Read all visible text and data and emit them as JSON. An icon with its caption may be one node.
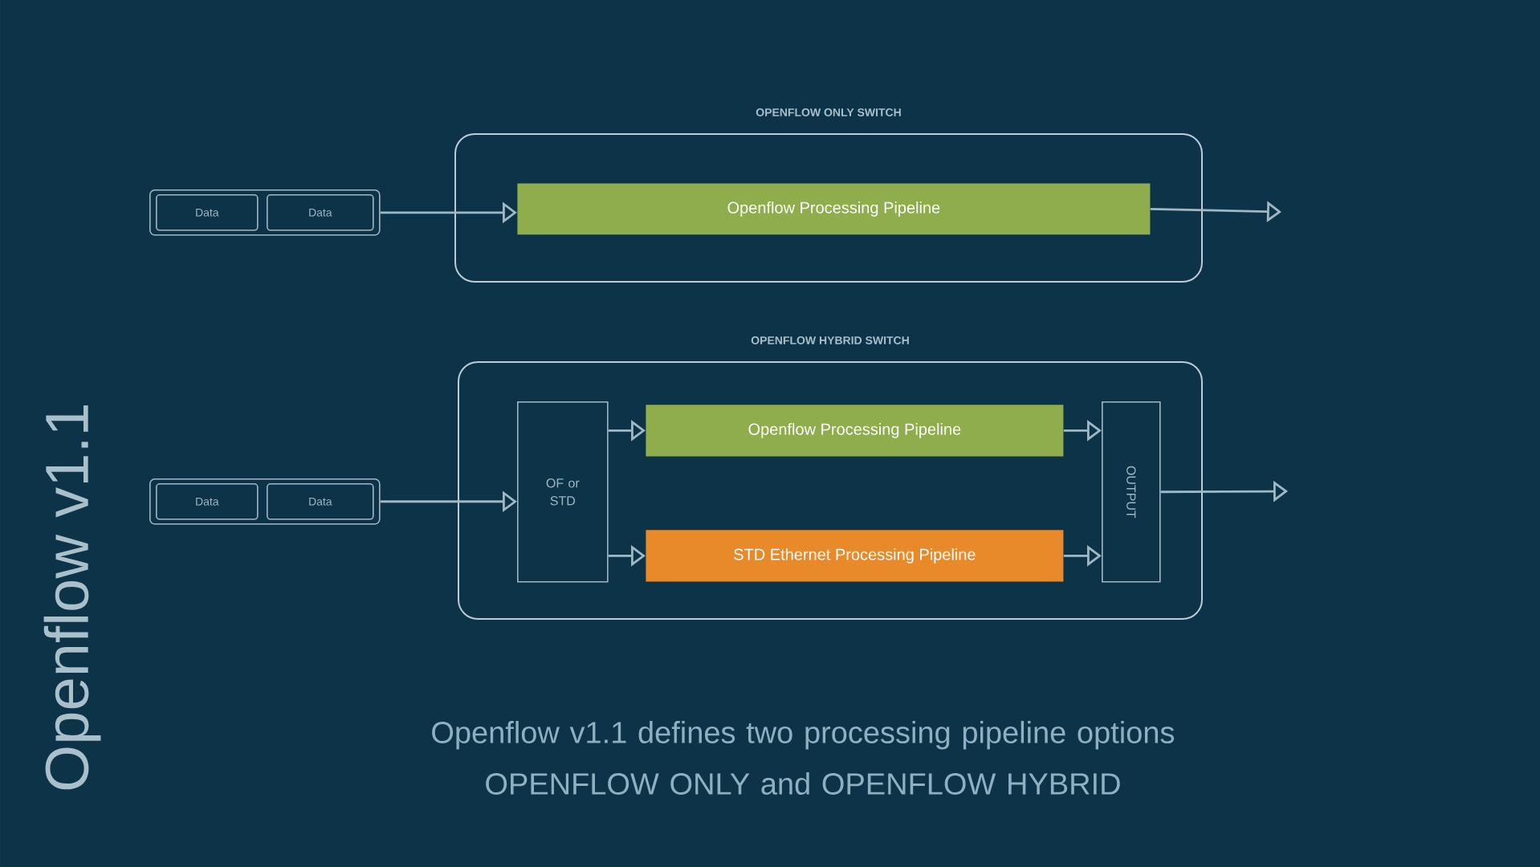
{
  "diagram": {
    "title": "Openflow v1.1",
    "caption": "Openflow v1.1 defines two processing pipeline options OPENFLOW ONLY and OPENFLOW HYBRID",
    "nodes": [
      {
        "text": [
          "OPENFLOW ONLY SWITCH"
        ]
      },
      {
        "text": [],
        "shape": "box"
      },
      {
        "text": [
          "Data"
        ],
        "in": 1
      },
      {
        "text": [
          "Data"
        ],
        "in": 1
      },
      {
        "text": [
          "Openflow Processing Pipeline"
        ],
        "in": 0
      },
      {
        "text": [
          "OPENFLOW HYBRID SWITCH"
        ]
      },
      {
        "text": [],
        "shape": "box"
      },
      {
        "text": [
          "Data"
        ],
        "in": 6
      },
      {
        "text": [
          "Data"
        ],
        "in": 6
      },
      {
        "text": [
          "OF or STD"
        ],
        "in": 5
      },
      {
        "text": [
          "Openflow Processing Pipeline"
        ],
        "in": 5
      },
      {
        "text": [
          "STD Ethernet Processing Pipeline"
        ],
        "in": 5
      },
      {
        "text": [
          "OUTPUT"
        ],
        "in": 5
      }
    ],
    "edges": [
      {
        "from": 1,
        "to": 4,
        "arrow": "to"
      },
      {
        "from": 4,
        "to": null,
        "arrow": "to"
      },
      {
        "from": 6,
        "to": 9,
        "arrow": "to"
      },
      {
        "from": 9,
        "to": 10,
        "arrow": "to"
      },
      {
        "from": 9,
        "to": 11,
        "arrow": "to"
      },
      {
        "from": 10,
        "to": 12,
        "arrow": "to"
      },
      {
        "from": 11,
        "to": 12,
        "arrow": "to"
      },
      {
        "from": 12,
        "to": null,
        "arrow": "to"
      }
    ]
  }
}
